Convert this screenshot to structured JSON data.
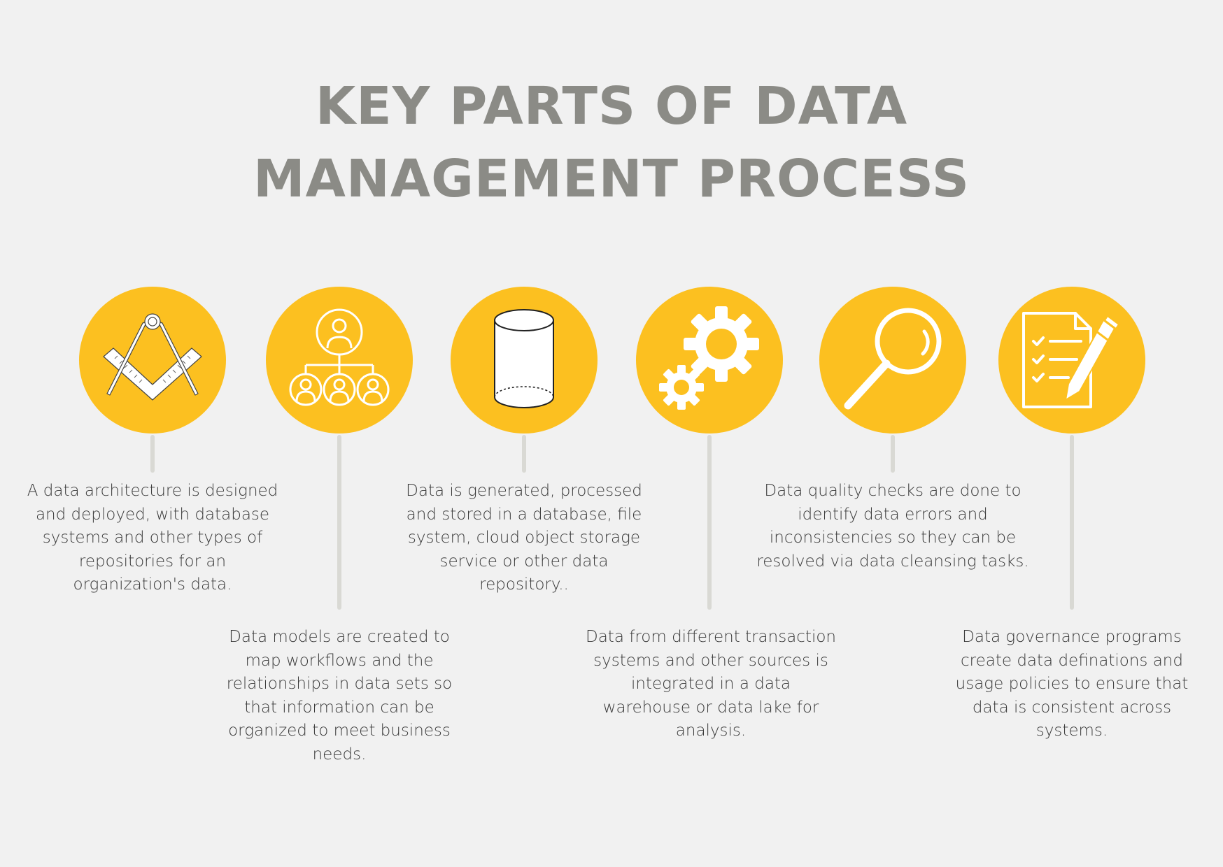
{
  "title": {
    "line1": "KEY PARTS OF DATA",
    "line2": "MANAGEMENT PROCESS"
  },
  "colors": {
    "background": "#f1f1f1",
    "accent": "#fcc020",
    "title": "#8b8b86",
    "stem": "#d9d9d4",
    "text": "#3a3a3a"
  },
  "steps": [
    {
      "icon": "compass-square-icon",
      "text": "A data architecture is designed and deployed, with database systems and other types of repositories for an organization's data."
    },
    {
      "icon": "org-chart-icon",
      "text": "Data models are created to map workflows and the relationships in data sets so that information can be organized to meet business needs."
    },
    {
      "icon": "cylinder-database-icon",
      "text": "Data is generated, processed and stored in a database, file system, cloud object storage service or other data repository.."
    },
    {
      "icon": "gears-icon",
      "text": "Data from different transaction systems and other sources is integrated in a data warehouse or data lake for analysis."
    },
    {
      "icon": "magnifier-icon",
      "text": "Data quality checks are done to identify data errors and inconsistencies so they can be resolved via data cleansing  tasks."
    },
    {
      "icon": "document-pen-icon",
      "text": "Data governance programs create data definations and usage policies to ensure that data is consistent across systems."
    }
  ]
}
